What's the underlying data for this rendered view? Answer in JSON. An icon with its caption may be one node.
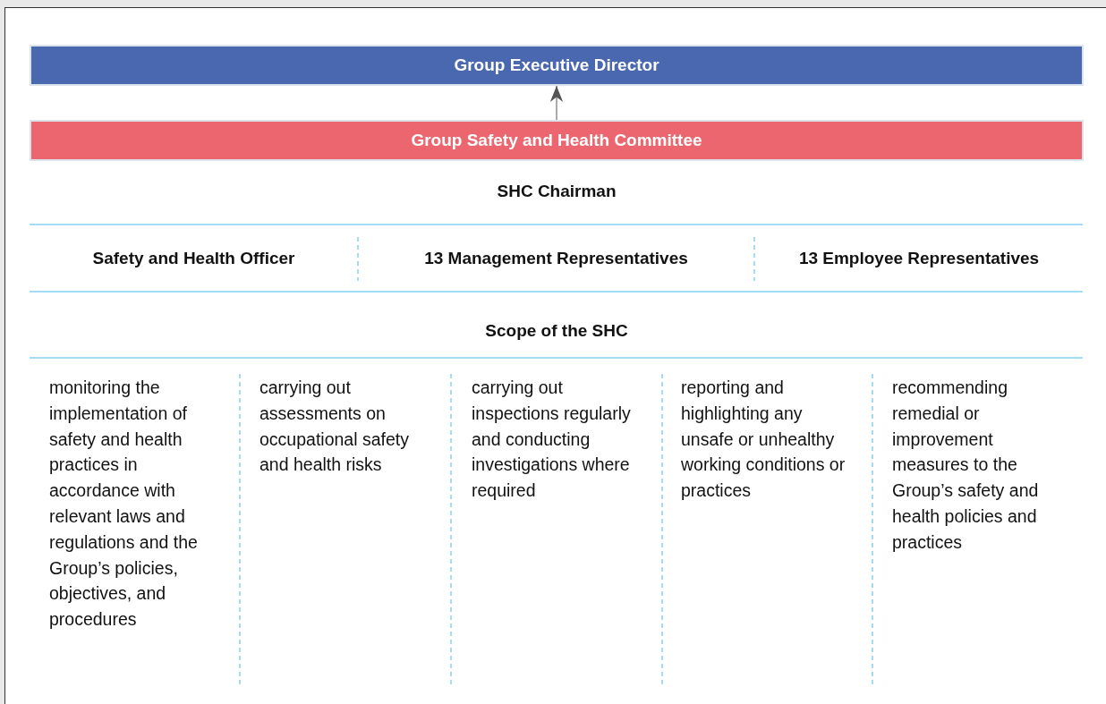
{
  "diagram": {
    "nodes": [
      {
        "text": [
          "Group Executive Director"
        ]
      },
      {
        "text": [
          "Group Safety and Health Committee"
        ]
      }
    ],
    "edges": [
      {
        "from": 1,
        "to": 0,
        "arrow": "to"
      }
    ],
    "labels": [
      "SHC Chairman",
      "Safety and Health Officer",
      "13 Management Representatives",
      "13 Employee Representatives",
      "Scope of the SHC",
      "monitoring the implementation of safety and health practices in accordance with relevant laws and regulations and the Group’s policies, objectives, and procedures",
      "carrying out assessments on occupational safety and health risks",
      "carrying out inspections regularly and conducting investigations where required",
      "reporting and highlighting any unsafe or unhealthy working conditions or practices",
      "recommending remedial or improvement measures to the Group’s safety and health policies and practices"
    ]
  }
}
